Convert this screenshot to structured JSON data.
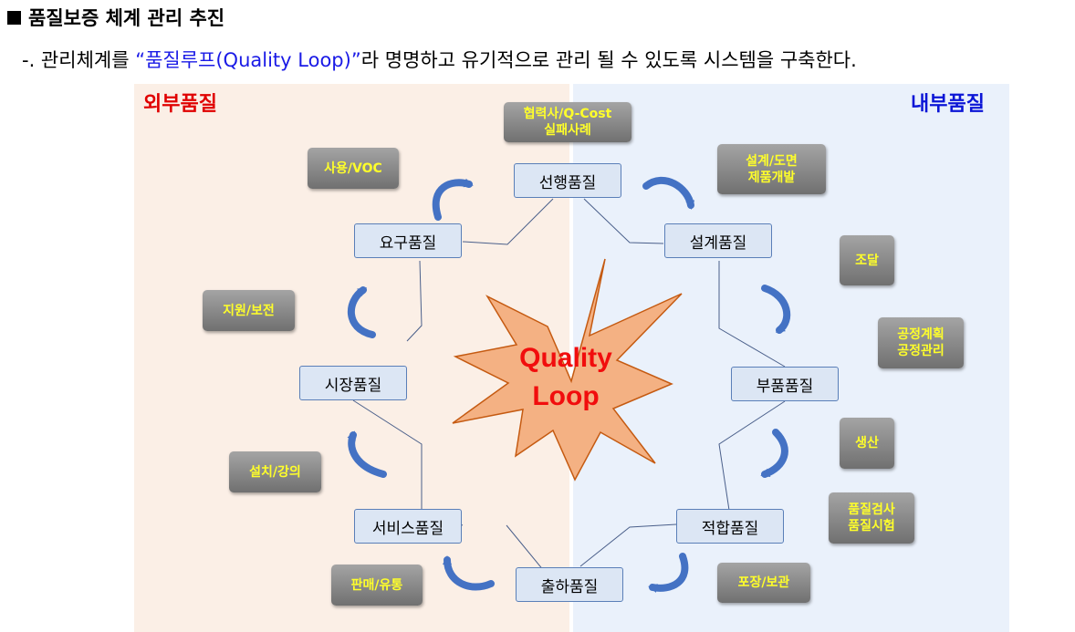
{
  "heading": "품질보증 체계 관리 추진",
  "subline": {
    "prefix": "-. 관리체계를 ",
    "highlight": "“품질루프(Quality Loop)”",
    "suffix": "라 명명하고 유기적으로 관리 될 수 있도록 시스템을 구축한다."
  },
  "regions": {
    "external": "외부품질",
    "internal": "내부품질"
  },
  "center": {
    "line1": "Quality",
    "line2": "Loop"
  },
  "nodes": {
    "advance": "선행품질",
    "design": "설계품질",
    "parts": "부품품질",
    "conformance": "적합품질",
    "shipping": "출하품질",
    "service": "서비스품질",
    "market": "시장품질",
    "requirement": "요구품질"
  },
  "notes": {
    "partner": [
      "협력사/Q-Cost",
      "실패사례"
    ],
    "usage": [
      "사용/VOC"
    ],
    "design_drawing": [
      "설계/도면",
      "제품개발"
    ],
    "procurement": [
      "조달"
    ],
    "process": [
      "공정계획",
      "공정관리"
    ],
    "production": [
      "생산"
    ],
    "inspection": [
      "품질검사",
      "품질시험"
    ],
    "packaging": [
      "포장/보관"
    ],
    "sales": [
      "판매/유통"
    ],
    "installation": [
      "설치/강의"
    ],
    "support": [
      "지원/보전"
    ]
  },
  "colors": {
    "external_bg": "#fbefe6",
    "internal_bg": "#eaf1fb",
    "burst_fill": "#f4b183",
    "center_text": "#f10d0d",
    "note_text": "#ffff2a",
    "arrow": "#4472c4"
  }
}
